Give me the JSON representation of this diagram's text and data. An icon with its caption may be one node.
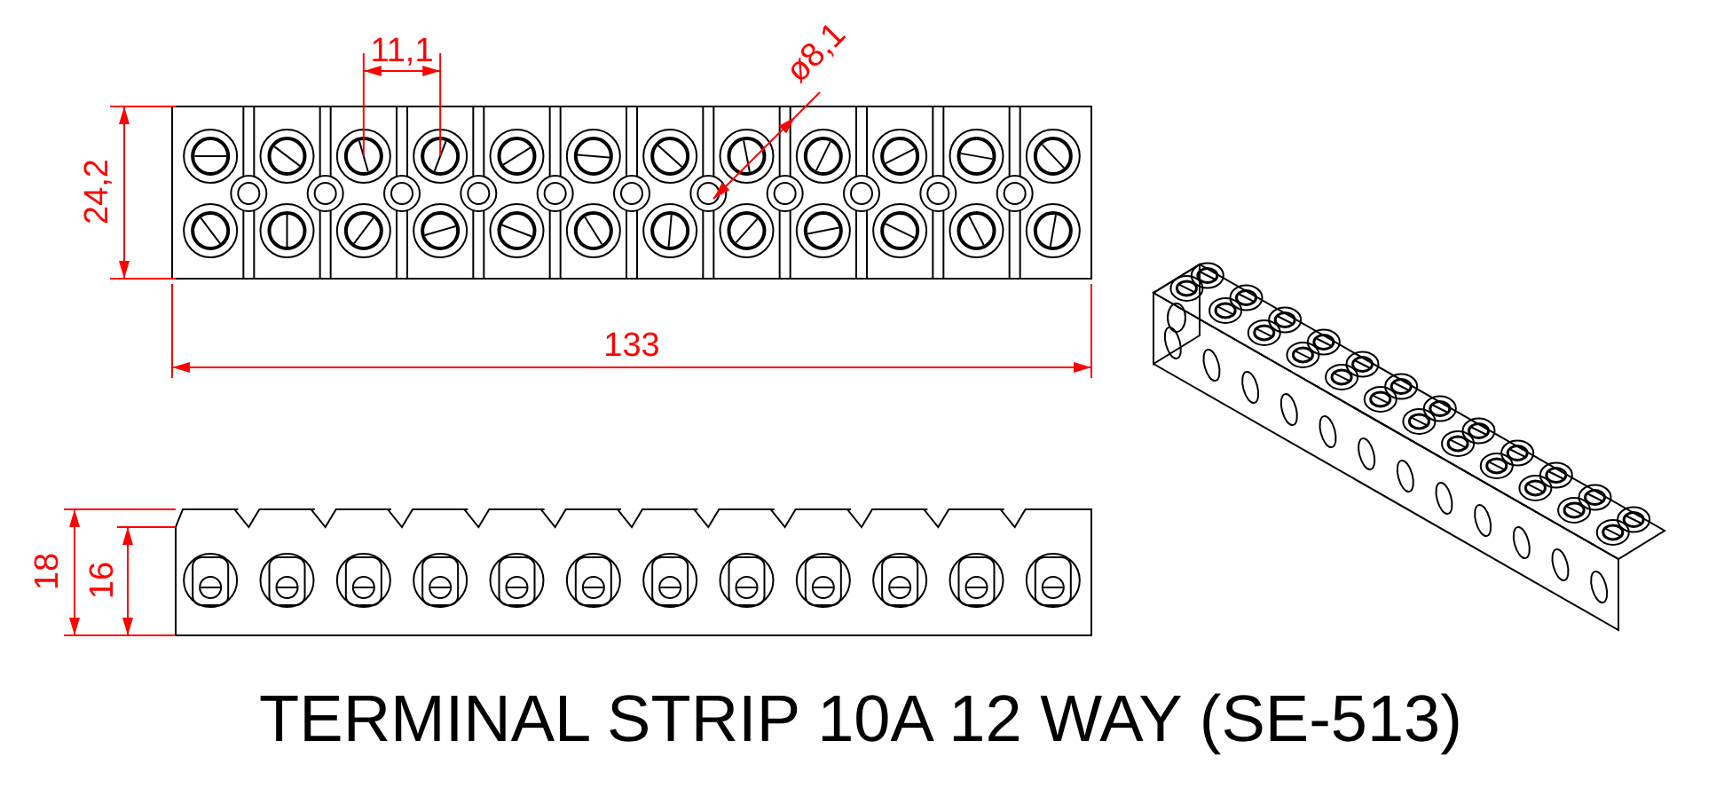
{
  "diagram": {
    "title": "TERMINAL STRIP 10A 12 WAY (SE-513)",
    "labels": [
      "11,1",
      "ø8,1",
      "24,2",
      "133",
      "18",
      "16"
    ]
  }
}
